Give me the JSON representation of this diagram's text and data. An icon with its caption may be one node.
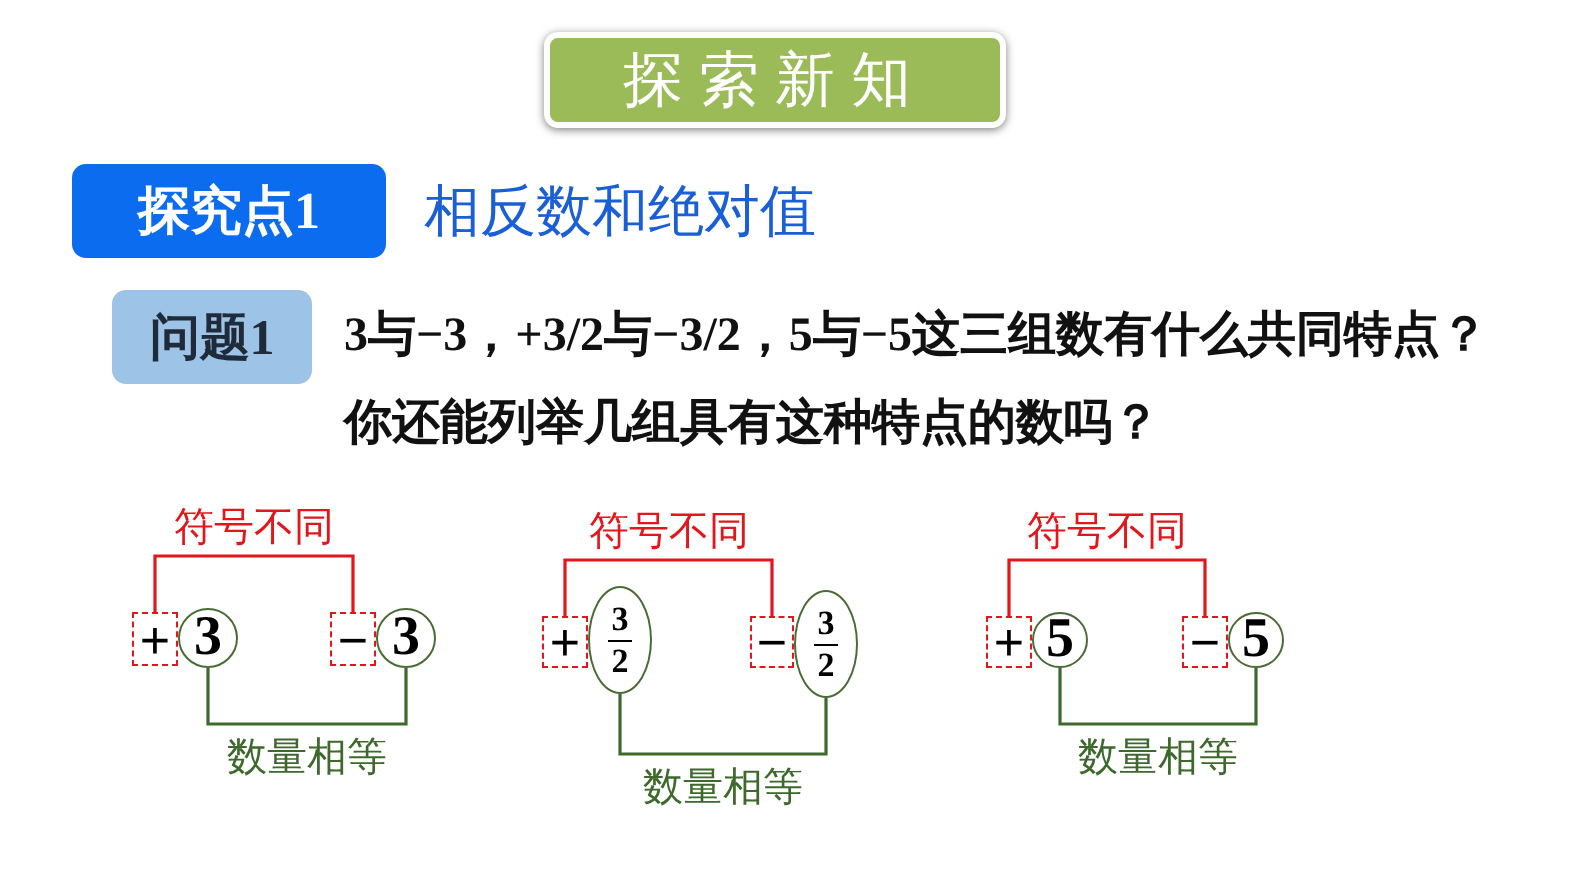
{
  "diagram": {
    "title": "探索新知",
    "nodes": [
      {
        "text": [
          "探究点1"
        ],
        "beside": [
          "相反数和绝对值"
        ]
      },
      {
        "text": [
          "问题1"
        ],
        "beside": [
          "3与−3，+3/2与−3/2，5与−5这三组数有什么共同特点？你还能列举几组具有这种特点的数吗？"
        ]
      },
      {
        "text": [
          "+"
        ]
      },
      {
        "text": [
          "3"
        ]
      },
      {
        "text": [
          "−"
        ]
      },
      {
        "text": [
          "3"
        ]
      },
      {
        "text": [
          "+"
        ]
      },
      {
        "text": [
          "3",
          "2"
        ]
      },
      {
        "text": [
          "−"
        ]
      },
      {
        "text": [
          "3",
          "2"
        ]
      },
      {
        "text": [
          "+"
        ]
      },
      {
        "text": [
          "5"
        ]
      },
      {
        "text": [
          "−"
        ]
      },
      {
        "text": [
          "5"
        ]
      }
    ],
    "edges": [
      {
        "from": 2,
        "to": 4,
        "arrow": "none",
        "label": "符号不同",
        "color": "#e3161b"
      },
      {
        "from": 3,
        "to": 5,
        "arrow": "none",
        "label": "数量相等",
        "color": "#3d6a2c"
      },
      {
        "from": 6,
        "to": 8,
        "arrow": "none",
        "label": "符号不同",
        "color": "#e3161b"
      },
      {
        "from": 7,
        "to": 9,
        "arrow": "none",
        "label": "数量相等",
        "color": "#3d6a2c"
      },
      {
        "from": 10,
        "to": 12,
        "arrow": "none",
        "label": "符号不同",
        "color": "#e3161b"
      },
      {
        "from": 11,
        "to": 13,
        "arrow": "none",
        "label": "数量相等",
        "color": "#3d6a2c"
      }
    ]
  }
}
